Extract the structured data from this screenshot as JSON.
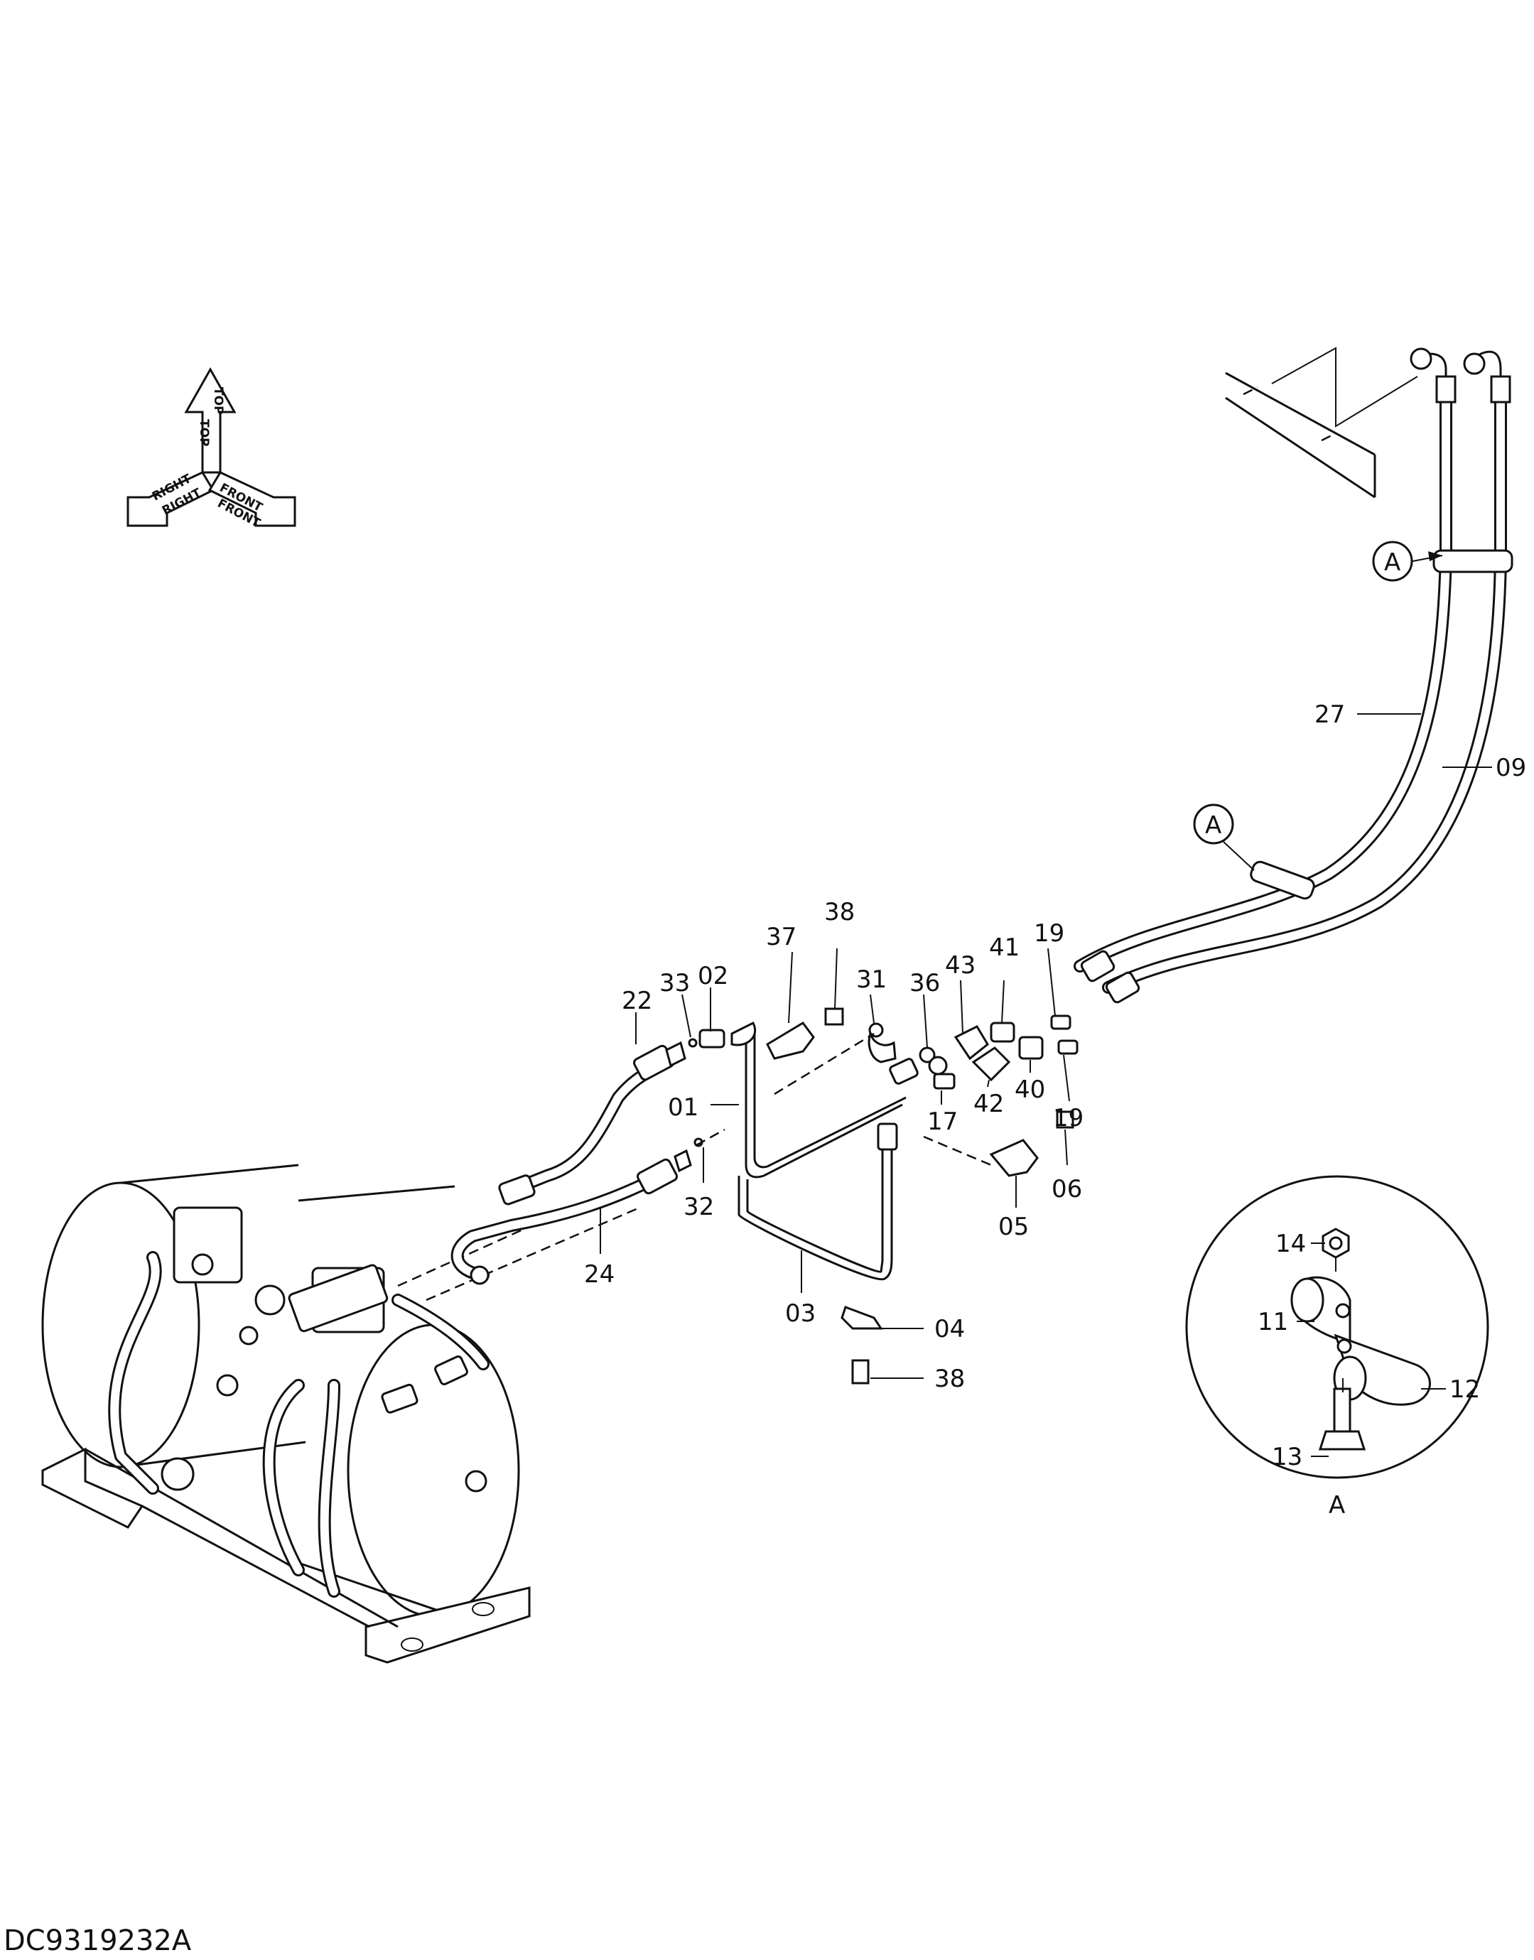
{
  "orientation": {
    "top": "TOP",
    "right": "RIGHT",
    "front": "FRONT"
  },
  "detail_marker": "A",
  "drawing_code": "DC9319232A",
  "part_labels": [
    {
      "id": "p01",
      "text": "01"
    },
    {
      "id": "p02",
      "text": "02"
    },
    {
      "id": "p03",
      "text": "03"
    },
    {
      "id": "p04",
      "text": "04"
    },
    {
      "id": "p05",
      "text": "05"
    },
    {
      "id": "p06",
      "text": "06"
    },
    {
      "id": "p09",
      "text": "09"
    },
    {
      "id": "p11",
      "text": "11"
    },
    {
      "id": "p12",
      "text": "12"
    },
    {
      "id": "p13",
      "text": "13"
    },
    {
      "id": "p14",
      "text": "14"
    },
    {
      "id": "p17",
      "text": "17"
    },
    {
      "id": "p19a",
      "text": "19"
    },
    {
      "id": "p19b",
      "text": "19"
    },
    {
      "id": "p22",
      "text": "22"
    },
    {
      "id": "p24",
      "text": "24"
    },
    {
      "id": "p27",
      "text": "27"
    },
    {
      "id": "p31",
      "text": "31"
    },
    {
      "id": "p32",
      "text": "32"
    },
    {
      "id": "p33",
      "text": "33"
    },
    {
      "id": "p36",
      "text": "36"
    },
    {
      "id": "p37",
      "text": "37"
    },
    {
      "id": "p38a",
      "text": "38"
    },
    {
      "id": "p38b",
      "text": "38"
    },
    {
      "id": "p40",
      "text": "40"
    },
    {
      "id": "p41",
      "text": "41"
    },
    {
      "id": "p42",
      "text": "42"
    },
    {
      "id": "p43",
      "text": "43"
    }
  ]
}
